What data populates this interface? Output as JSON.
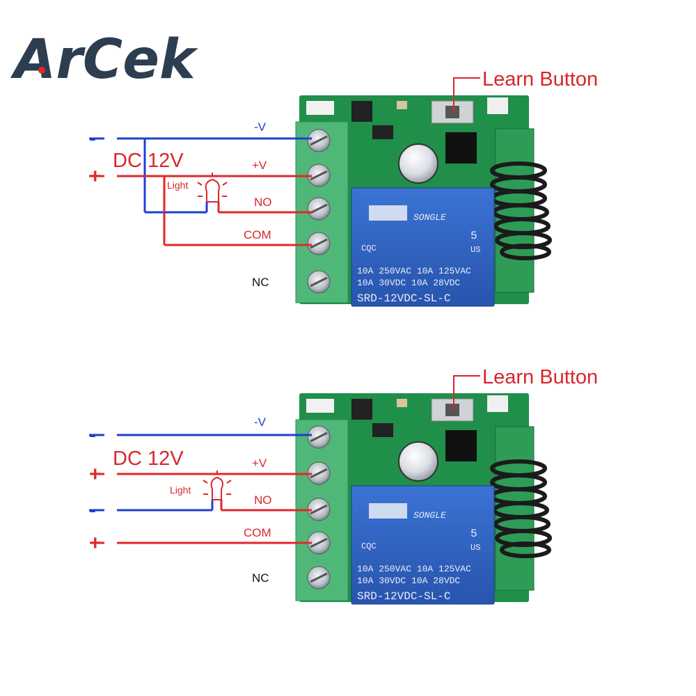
{
  "brand": {
    "name": "ArCek"
  },
  "colors": {
    "negative_wire": "#1d3fd0",
    "positive_wire": "#e3262c",
    "label_red": "#d8262c",
    "pcb_green": "#1f8f4a",
    "terminal_green": "#4fb879",
    "relay_blue": "#2f63c4"
  },
  "diagrams": [
    {
      "learn_button_label": "Learn Button",
      "supply_label": "DC 12V",
      "terminals": {
        "neg": "-V",
        "pos": "+V",
        "no": "NO",
        "com": "COM",
        "nc": "NC"
      },
      "signs": {
        "top_minus": "-",
        "top_plus": "+",
        "bottom_minus": "",
        "bottom_plus": ""
      },
      "light_label": "Light",
      "relay": {
        "brand": "SONGLE",
        "rating_1": "10A 250VAC  10A 125VAC",
        "rating_2": "10A  30VDC  10A  28VDC",
        "model": "SRD-12VDC-SL-C",
        "cert_left": "CQC",
        "cert_num": "5",
        "cert_us": "US"
      }
    },
    {
      "learn_button_label": "Learn Button",
      "supply_label": "DC 12V",
      "terminals": {
        "neg": "-V",
        "pos": "+V",
        "no": "NO",
        "com": "COM",
        "nc": "NC"
      },
      "signs": {
        "top_minus": "-",
        "top_plus": "+",
        "bottom_minus": "-",
        "bottom_plus": "+"
      },
      "light_label": "Light",
      "relay": {
        "brand": "SONGLE",
        "rating_1": "10A 250VAC  10A 125VAC",
        "rating_2": "10A  30VDC  10A  28VDC",
        "model": "SRD-12VDC-SL-C",
        "cert_left": "CQC",
        "cert_num": "5",
        "cert_us": "US"
      }
    }
  ]
}
